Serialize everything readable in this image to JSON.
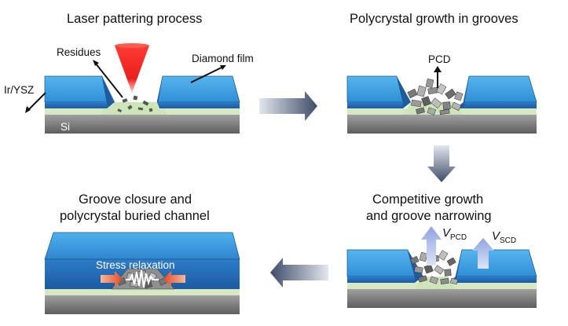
{
  "panels": [
    {
      "title": "Laser pattering process",
      "labels": {
        "residues": "Residues",
        "diamond_film": "Diamond film",
        "ir_ysz": "Ir/YSZ",
        "si": "Si"
      }
    },
    {
      "title": "Polycrystal growth in grooves",
      "labels": {
        "pcd": "PCD"
      }
    },
    {
      "title_lines": [
        "Competitive growth",
        "and groove narrowing"
      ],
      "labels": {
        "v_pcd_main": "V",
        "v_pcd_sub": "PCD",
        "v_scd_main": "V",
        "v_scd_sub": "SCD"
      }
    },
    {
      "title_lines": [
        "Groove closure and",
        "polycrystal buried channel"
      ],
      "labels": {
        "stress": "Stress relaxation"
      }
    }
  ],
  "colors": {
    "diamond_top": "#3fa6e6",
    "diamond_side": "#2f6fb8",
    "interlayer": "#cfe6bd",
    "si": "#8c8c8c",
    "laser": "#e8201f",
    "flow_arrow": "#5a6a84",
    "growth_arrow": "#a9b8e8",
    "stress_arrow": "#e05a3a"
  }
}
